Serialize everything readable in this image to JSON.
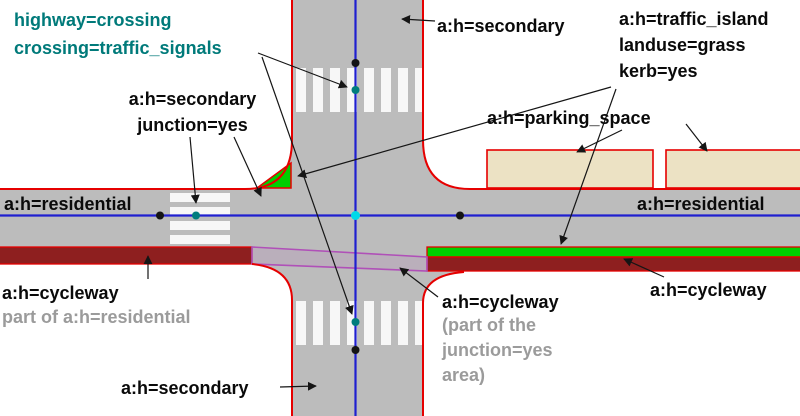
{
  "colors": {
    "background": "#ffffff",
    "road": "#bcbcbc",
    "area_border_red": "#e60000",
    "way_blue": "#1f1fd0",
    "cycleway_maroon": "#8e1f1f",
    "grass_green": "#00cf00",
    "parking_beige": "#ece2c4",
    "junction_cycleway_purple": "#b050b8",
    "crossing_node_teal": "#007d7d",
    "junction_node_cyan": "#00d9e8",
    "plain_node_black": "#141414",
    "label_black": "#0a0a0a",
    "label_gray": "#9b9b9b",
    "label_teal": "#007a7a",
    "crosswalk_stripe": "#f7f7f7"
  },
  "labels": {
    "crossing": "highway=crossing\ncrossing=traffic_signals",
    "junction": "a:h=secondary\njunction=yes",
    "secondary_top": "a:h=secondary",
    "traffic_island": "a:h=traffic_island\nlanduse=grass\nkerb=yes",
    "parking": "a:h=parking_space",
    "residential_left": "a:h=residential",
    "residential_right": "a:h=residential",
    "cycleway_left": "a:h=cycleway",
    "cycleway_left_note": "part of a:h=residential",
    "cycleway_center": "a:h=cycleway",
    "cycleway_center_note": "(part of the\njunction=yes\narea)",
    "cycleway_right": "a:h=cycleway",
    "secondary_bottom": "a:h=secondary"
  }
}
